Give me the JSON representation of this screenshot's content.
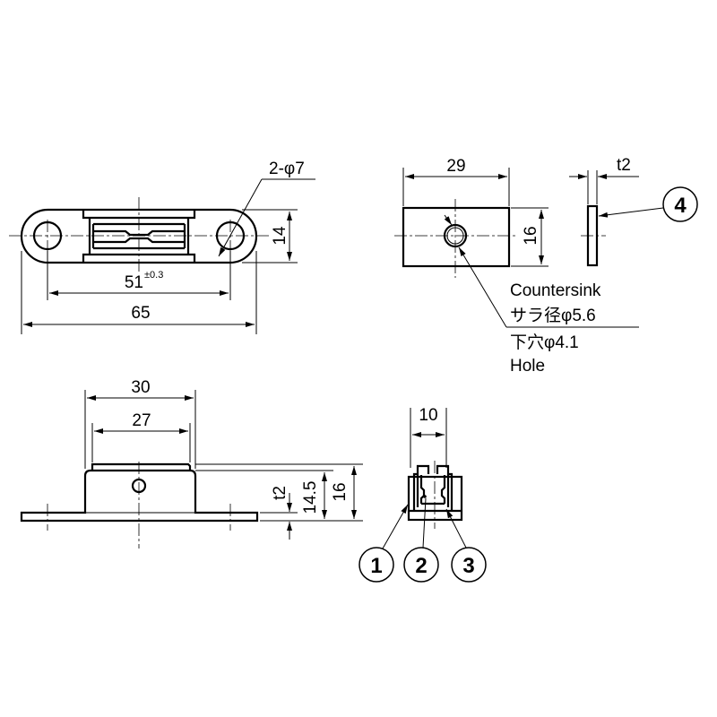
{
  "top_view": {
    "hole_label": "2-φ7",
    "height_dim": "14",
    "pitch_dim": "51",
    "pitch_tolerance": "±0.3",
    "length_dim": "65"
  },
  "plate_view": {
    "width_dim": "29",
    "height_dim": "16",
    "thickness_dim": "t2",
    "balloon": "4",
    "note_countersink_en": "Countersink",
    "note_countersink_jp": "サラ径φ5.6",
    "note_hole_jp": "下穴φ4.1",
    "note_hole_en": "Hole"
  },
  "front_view": {
    "outer_width_dim": "30",
    "inner_width_dim": "27",
    "thickness_dim": "t2",
    "body_height_dim": "14.5",
    "total_height_dim": "16"
  },
  "side_view": {
    "width_dim": "10",
    "balloons": [
      "1",
      "2",
      "3"
    ]
  }
}
